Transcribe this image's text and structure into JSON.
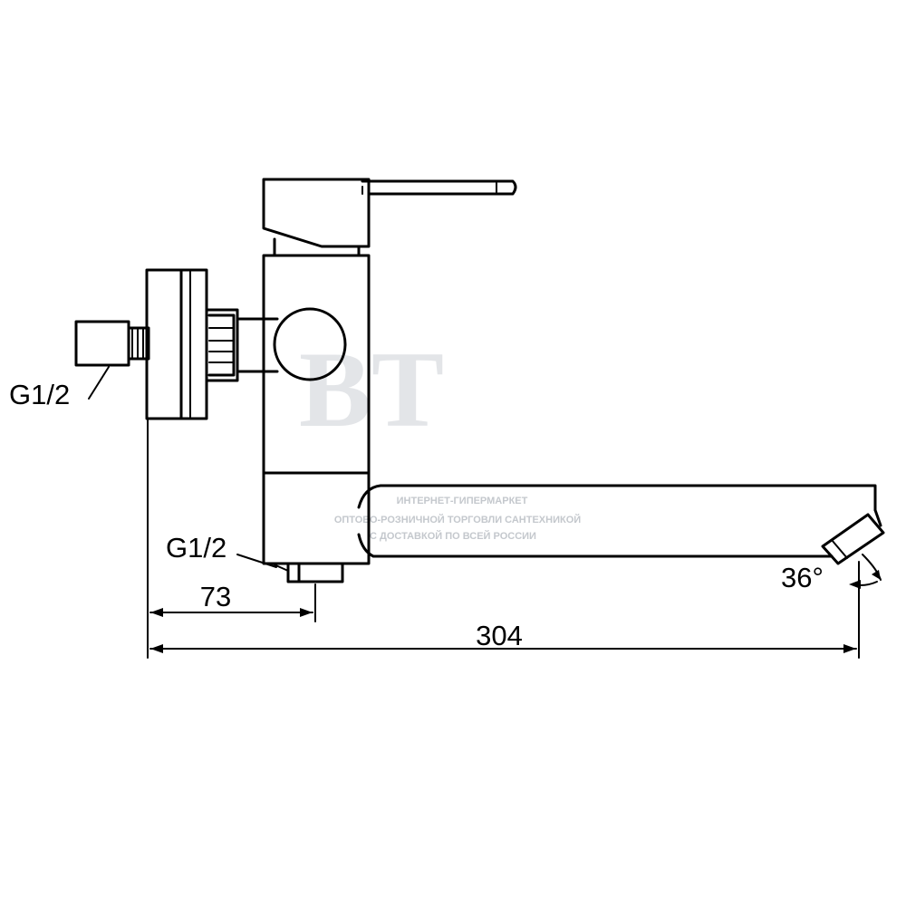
{
  "labels": {
    "thread_side": "G1/2",
    "thread_bottom": "G1/2",
    "dim_short": "73",
    "dim_long": "304",
    "angle": "36°"
  },
  "watermark": {
    "logo": "BT",
    "line1": "ИНТЕРНЕТ-ГИПЕРМАРКЕТ",
    "line2": "ОПТОВО-РОЗНИЧНОЙ ТОРГОВЛИ САНТЕХНИКОЙ",
    "line3": "С ДОСТАВКОЙ ПО ВСЕЙ РОССИИ"
  },
  "colors": {
    "line": "#000000",
    "background": "#ffffff",
    "watermark": "#c4c8cd"
  }
}
